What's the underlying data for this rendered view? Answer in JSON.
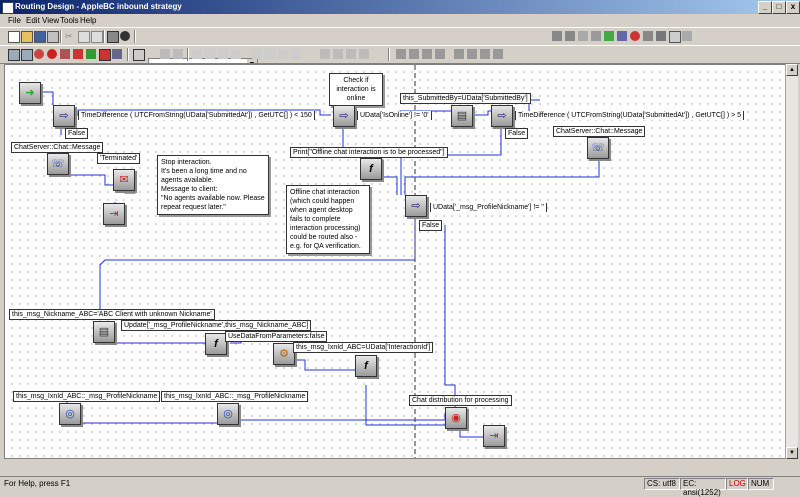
{
  "window": {
    "title": "Routing Design - AppleBC inbound strategy",
    "minimize": "_",
    "maximize": "□",
    "close": "x"
  },
  "menu": {
    "file": "File",
    "edit": "Edit",
    "view": "View",
    "tools": "Tools",
    "help": "Help"
  },
  "toolbar": {
    "combo_value": "",
    "combo_arrow": "▼"
  },
  "canvas": {
    "note_check_online": "Check if interaction is online",
    "lbl_submitted_by": "this_SubmittedBy=UData['SubmittedBy']",
    "cond_time1": "TimeDifference ( UTCFromString(UData['SubmittedAt']) , GetUTC[] ) < 150",
    "cond_isonline": "UData['IsOnline'] != '0'",
    "cond_time2": "TimeDifference ( UTCFromString(UData['SubmittedAt']) , GetUTC[] ) > 5",
    "false1": "False",
    "false2": "False",
    "false3": "False",
    "lbl_chatserver1": "ChatServer::Chat::Message",
    "lbl_chatserver2": "ChatServer::Chat::Message",
    "lbl_terminated": "'Terminated'",
    "note_stop": "Stop interaction.\nIt's been a long time and no agents available.\nMessage to client:\n\"No agents available now. Please repeat request later.\"",
    "lbl_print": "Print[\"Offline chat interaction is to be processed\"]",
    "note_offline": "Offline chat interaction (which could happen when agent desktop fails to complete interaction processing) could be routed also - e.g. for QA verification.",
    "cond_profile": "UData['_msg_ProfileNickname'] != ''",
    "lbl_nickname": "this_msg_Nickname_ABC='ABC Client with unknown Nickname'",
    "lbl_update": "Update['_msg_ProfileNickname',this_msg_Nickname_ABC]",
    "lbl_usedata": "UseDataFromParameters:false",
    "lbl_ixnid": "this_msg_IxnId_ABC=UData['InteractionId']",
    "lbl_ixnid_profile1": "this_msg_IxnId_ABC::_msg_ProfileNickname",
    "lbl_ixnid_profile2": "this_msg_IxnId_ABC::_msg_ProfileNickname",
    "lbl_distribution": "Chat distribution for processing"
  },
  "status": {
    "help": "For Help, press F1",
    "cs": "CS: utf8",
    "ec": "EC: ansi(1252)",
    "log": "LOG",
    "num": "NUM"
  }
}
